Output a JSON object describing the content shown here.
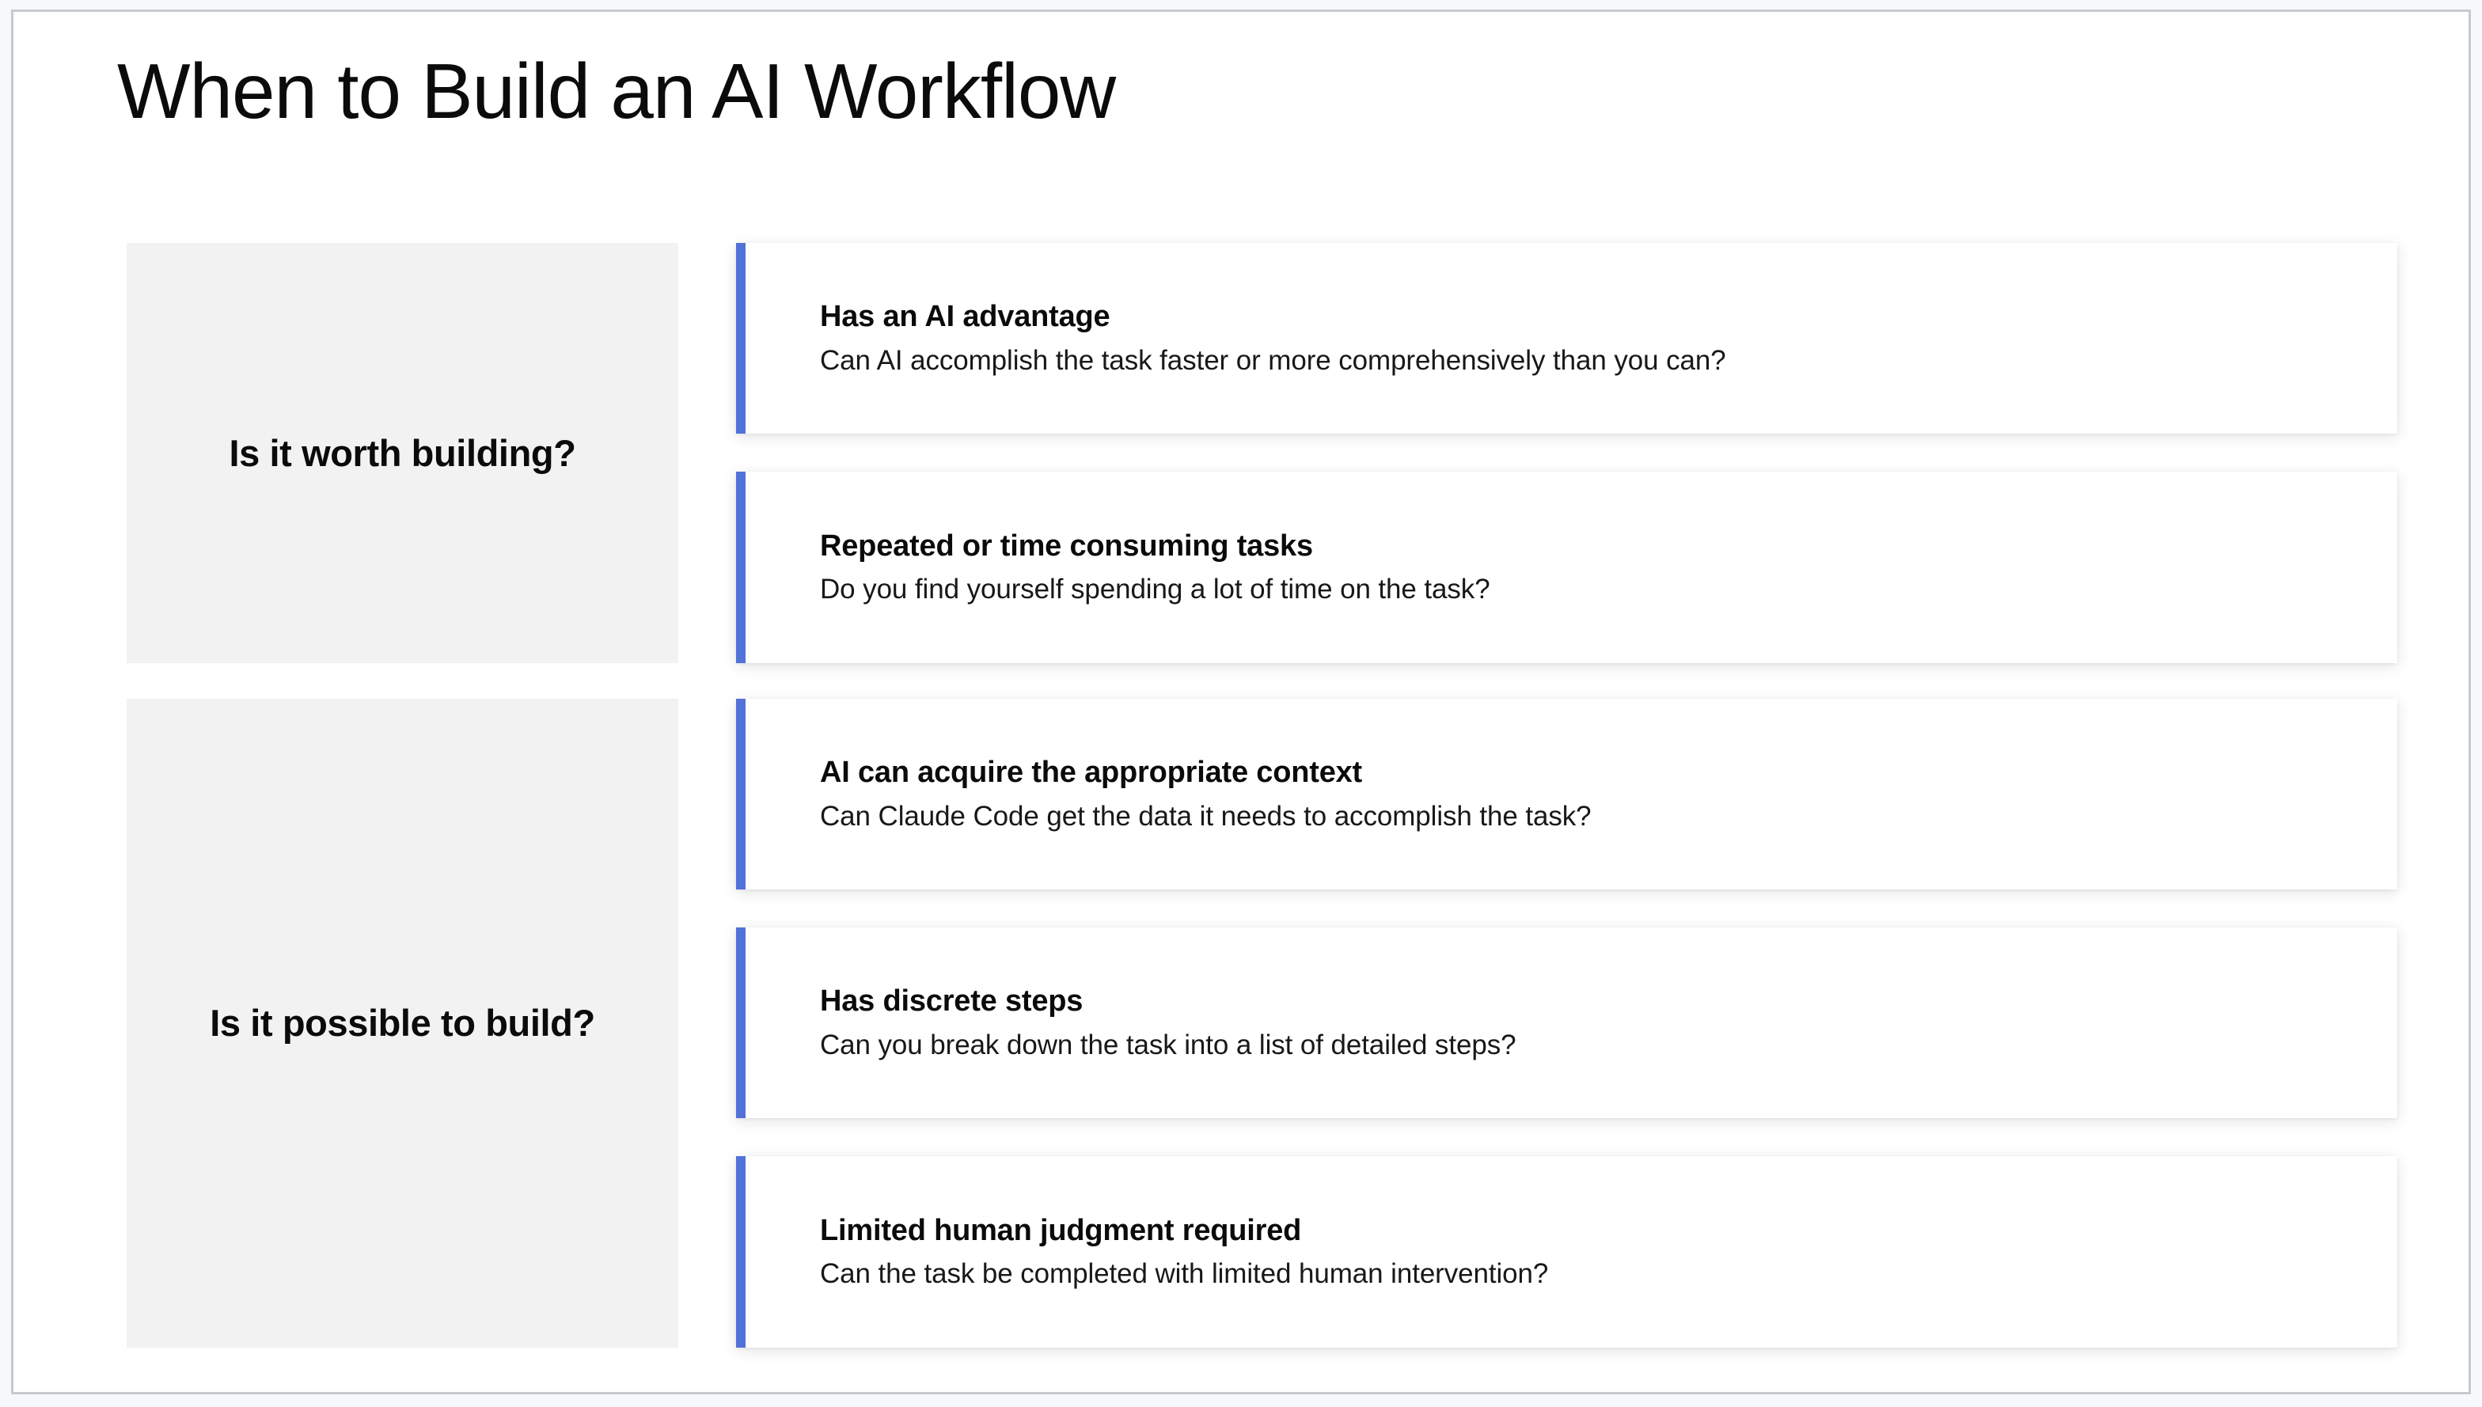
{
  "slide": {
    "title": "When to Build an AI Workflow",
    "accent_color": "#5271d9",
    "category_box_color": "#f2f2f2",
    "background_color": "#ffffff",
    "page_background_color": "#f7f8fc",
    "border_color": "#c6cace"
  },
  "sections": [
    {
      "category": "Is it worth building?",
      "cards": [
        {
          "title": "Has an AI advantage",
          "description": "Can AI accomplish the task faster or more comprehensively than you can?"
        },
        {
          "title": "Repeated or time consuming tasks",
          "description": "Do you find yourself spending a lot of time on the task?"
        }
      ]
    },
    {
      "category": "Is it possible to build?",
      "cards": [
        {
          "title": "AI can acquire the appropriate context",
          "description": "Can Claude Code get the data it needs to accomplish the task?"
        },
        {
          "title": "Has discrete steps",
          "description": "Can you break down the task into a list of detailed steps?"
        },
        {
          "title": "Limited human judgment required",
          "description": "Can the task be completed with limited human intervention?"
        }
      ]
    }
  ]
}
